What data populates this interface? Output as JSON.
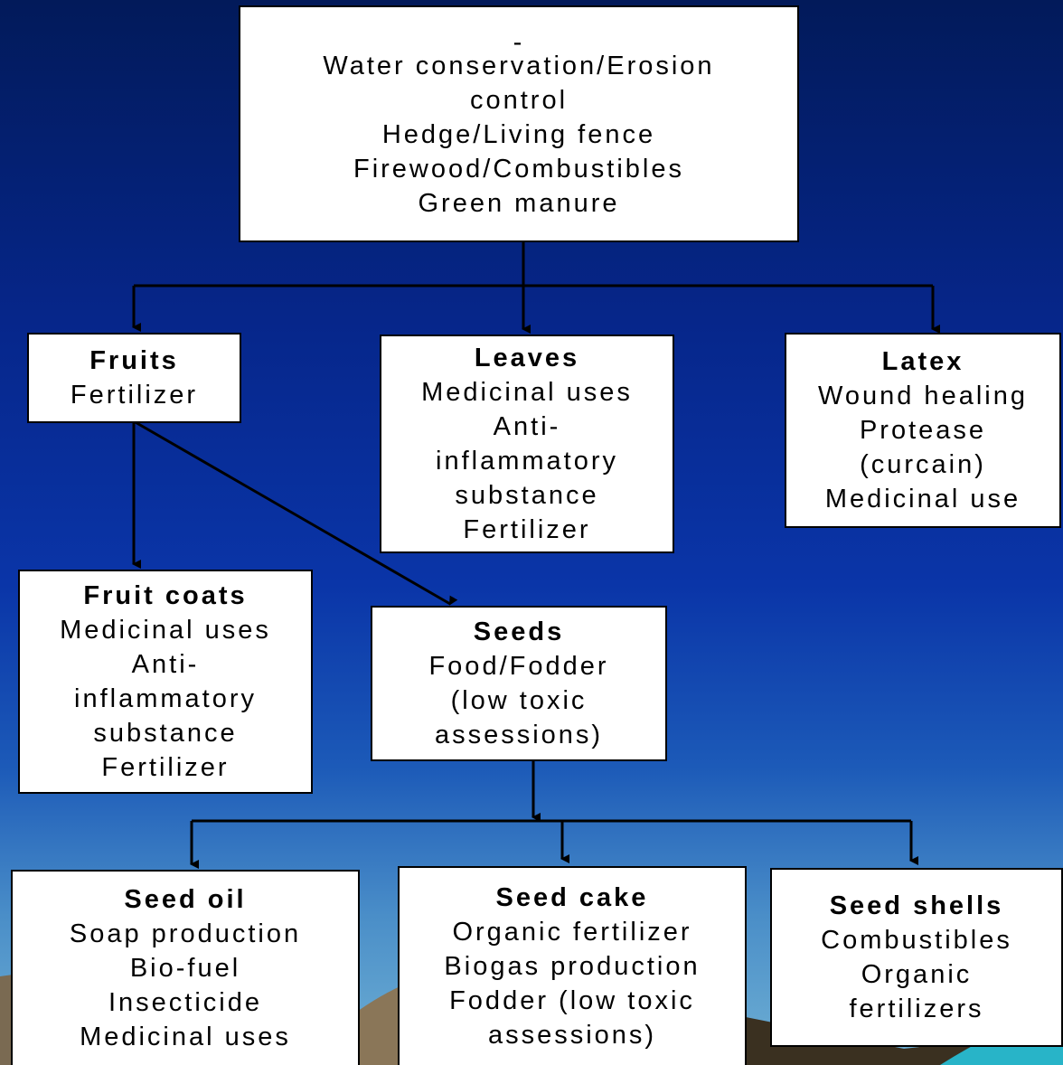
{
  "root": {
    "mark": "-",
    "lines": [
      "Water conservation/Erosion",
      "control",
      "Hedge/Living fence",
      "Firewood/Combustibles",
      "Green manure"
    ]
  },
  "fruits": {
    "title": "Fruits",
    "lines": [
      "Fertilizer"
    ]
  },
  "leaves": {
    "title": "Leaves",
    "lines": [
      "Medicinal uses",
      "Anti-",
      "inflammatory",
      "substance",
      "Fertilizer"
    ]
  },
  "latex": {
    "title": "Latex",
    "lines": [
      "Wound healing",
      "Protease",
      "(curcain)",
      "Medicinal use"
    ]
  },
  "fruit_coats": {
    "title": "Fruit coats",
    "lines": [
      "Medicinal uses",
      "Anti-",
      "inflammatory",
      "substance",
      "Fertilizer"
    ]
  },
  "seeds": {
    "title": "Seeds",
    "lines": [
      "Food/Fodder",
      "(low toxic",
      "assessions)"
    ]
  },
  "seed_oil": {
    "title": "Seed oil",
    "lines": [
      "Soap production",
      "Bio-fuel",
      "Insecticide",
      "Medicinal uses"
    ]
  },
  "seed_cake": {
    "title": "Seed cake",
    "lines": [
      "Organic fertilizer",
      "Biogas production",
      "Fodder (low toxic",
      "assessions)"
    ]
  },
  "seed_shells": {
    "title": "Seed shells",
    "lines": [
      "Combustibles",
      "Organic",
      "fertilizers"
    ]
  },
  "colors": {
    "background_top": "#021a5a",
    "background_bottom": "#6fb0d4",
    "box": "#ffffff",
    "line": "#000000",
    "land": "#7a6a52"
  }
}
